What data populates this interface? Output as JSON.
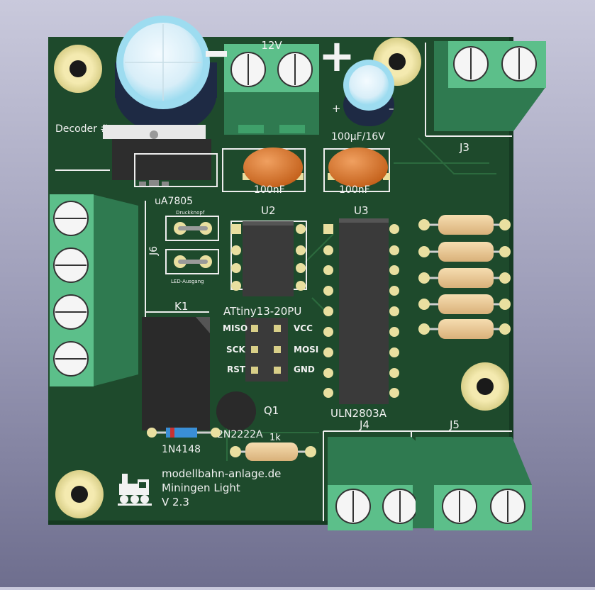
{
  "board": {
    "name_line1": "modellbahn-anlage.de",
    "name_line2": "Miningen Light",
    "version": "V 2.3",
    "decoder_label": "Decoder #"
  },
  "power": {
    "input_label": "12V",
    "plus_sign": "+",
    "minus_sign": "–",
    "regulator_label": "uA7805",
    "cap_electrolytic_label": "100µF/16V",
    "cap_ceramic_1_label": "100nF",
    "cap_ceramic_2_label": "100nF"
  },
  "connectors": {
    "j3": "J3",
    "j4": "J4",
    "j5": "J5",
    "j6": "J6"
  },
  "jumpers": {
    "button_label": "Druckknopf",
    "led_label": "LED-Ausgang"
  },
  "ics": {
    "u2_ref": "U2",
    "u2_value": "ATtiny13-20PU",
    "u3_ref": "U3",
    "u3_value": "ULN2803A"
  },
  "isp": {
    "miso": "MISO",
    "sck": "SCK",
    "rst": "RST",
    "vcc": "VCC",
    "mosi": "MOSI",
    "gnd": "GND"
  },
  "relay": {
    "ref": "K1"
  },
  "transistor": {
    "ref": "Q1",
    "value": "2N2222A"
  },
  "diode": {
    "value": "1N4148"
  },
  "resistor": {
    "value": "1k"
  },
  "colors": {
    "pcb": "#1e4a2c",
    "silkscreen": "#f2f2f2",
    "pad": "#e9dfa0",
    "terminal": "#7dd7a8",
    "ic_body": "#3a3a3a",
    "cap_ceramic": "#d9782a",
    "cap_electrolytic": "#9ddcf0"
  }
}
